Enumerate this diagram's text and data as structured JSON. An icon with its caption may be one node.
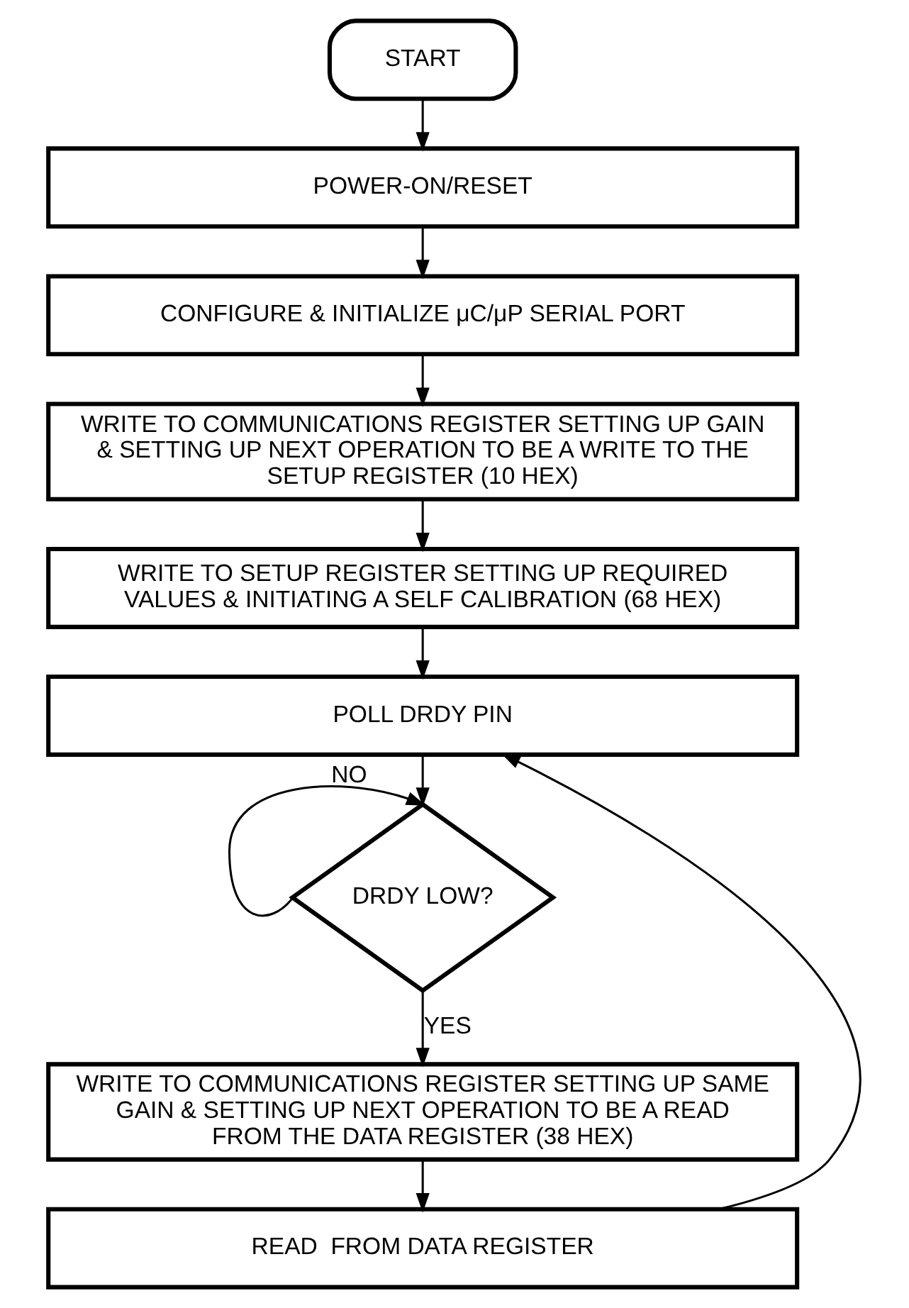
{
  "diagram": {
    "nodes": [
      {
        "text": [
          "START"
        ]
      },
      {
        "text": [
          "POWER-ON/RESET"
        ]
      },
      {
        "text": [
          "CONFIGURE & INITIALIZE μC/μP SERIAL PORT"
        ]
      },
      {
        "text": [
          "WRITE TO COMMUNICATIONS REGISTER SETTING UP GAIN & SETTING UP NEXT OPERATION TO BE A WRITE TO THE SETUP REGISTER (10 HEX)"
        ]
      },
      {
        "text": [
          "WRITE TO SETUP REGISTER SETTING UP REQUIRED VALUES & INITIATING A SELF CALIBRATION (68 HEX)"
        ]
      },
      {
        "text": [
          "POLL DRDY PIN"
        ]
      },
      {
        "text": [
          "DRDY LOW?"
        ]
      },
      {
        "text": [
          "WRITE TO COMMUNICATIONS REGISTER SETTING UP SAME GAIN & SETTING UP NEXT OPERATION TO BE A READ FROM THE DATA REGISTER (38 HEX)"
        ]
      },
      {
        "text": [
          "READ  FROM DATA REGISTER"
        ]
      }
    ],
    "edges": [
      {
        "from": 0,
        "to": 1,
        "arrow": "to"
      },
      {
        "from": 1,
        "to": 2,
        "arrow": "to"
      },
      {
        "from": 2,
        "to": 3,
        "arrow": "to"
      },
      {
        "from": 3,
        "to": 4,
        "arrow": "to"
      },
      {
        "from": 4,
        "to": 5,
        "arrow": "to"
      },
      {
        "from": 5,
        "to": 6,
        "arrow": "to"
      },
      {
        "from": 6,
        "to": 6,
        "arrow": "to",
        "label": "NO"
      },
      {
        "from": 6,
        "to": 7,
        "arrow": "to",
        "label": "YES"
      },
      {
        "from": 7,
        "to": 8,
        "arrow": "to"
      },
      {
        "from": 8,
        "to": 5,
        "arrow": "to"
      }
    ]
  }
}
